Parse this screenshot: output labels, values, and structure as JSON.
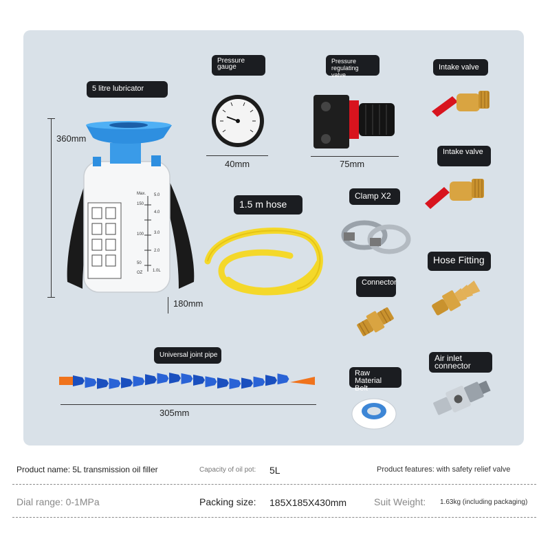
{
  "labels": {
    "lubricator": "5 litre lubricator",
    "pressure_gauge": "Pressure gauge",
    "regulating_valve": "Pressure regulating valve",
    "intake_valve_1": "Intake valve",
    "intake_valve_2": "Intake valve",
    "hose": "1.5 m hose",
    "clamp": "Clamp X2",
    "hose_fitting": "Hose Fitting",
    "connector": "Connector",
    "universal_pipe": "Universal joint pipe",
    "raw_material_belt": "Raw Material Belt",
    "air_inlet": "Air inlet connector"
  },
  "dimensions": {
    "height": "360mm",
    "width": "180mm",
    "gauge": "40mm",
    "valve": "75mm",
    "pipe": "305mm"
  },
  "bottle_scale": {
    "max_label": "Max.",
    "oz_marks": [
      "150",
      "100",
      "50",
      "OZ"
    ],
    "l_marks": [
      "5.0",
      "4.0",
      "3.0",
      "2.0",
      "1.0L"
    ]
  },
  "specs": {
    "product_name": "Product name: 5L transmission oil filler",
    "capacity_label": "Capacity of oil pot:",
    "capacity_value": "5L",
    "features": "Product features: with safety relief valve",
    "dial_range": "Dial range: 0-1MPa",
    "packing_label": "Packing size:",
    "packing_value": "185X185X430mm",
    "weight_label": "Suit Weight:",
    "weight_value": "1.63kg (including packaging)"
  },
  "colors": {
    "panel": "#d9e1e8",
    "tag_bg": "#1b1d21",
    "funnel_blue": "#2e8fe0",
    "hose_yellow": "#f6d820",
    "handle_red": "#d8141e",
    "brass": "#d9a441"
  }
}
